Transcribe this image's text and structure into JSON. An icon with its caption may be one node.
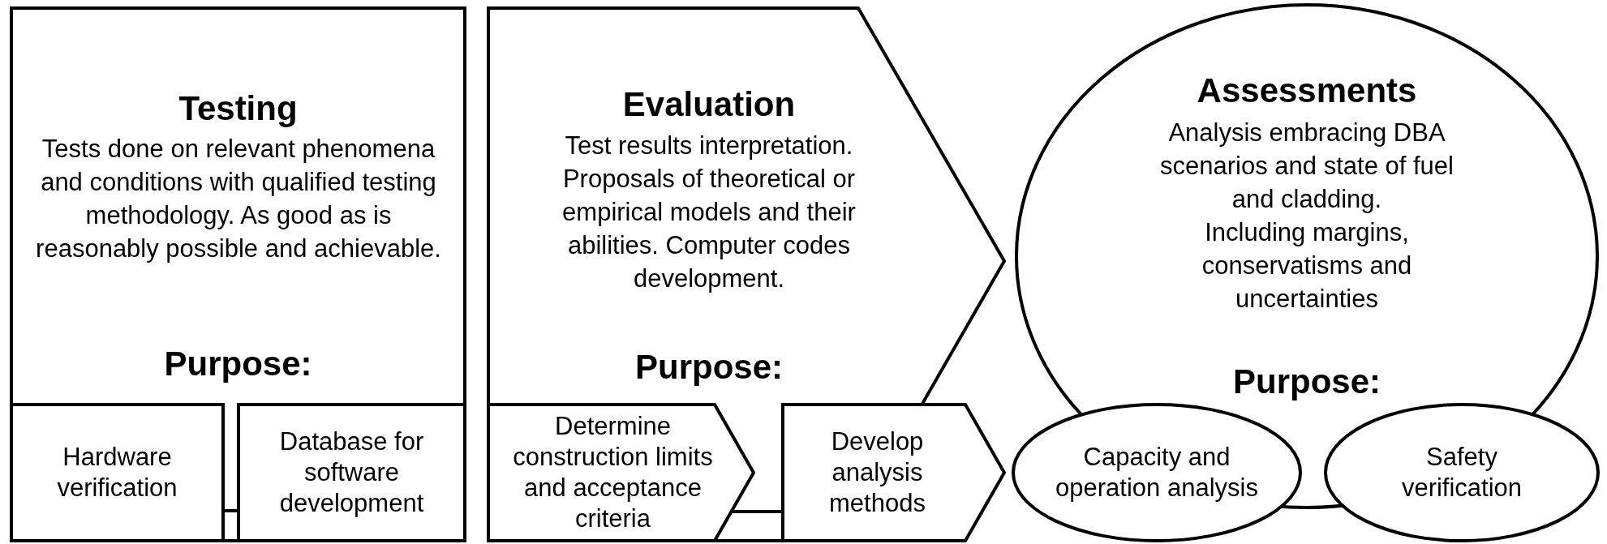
{
  "diagram": {
    "nodes": [
      {
        "text": [
          "Testing",
          "Tests done on relevant phenomena and conditions with qualified testing methodology. As good as is reasonably possible and achievable.",
          "Purpose:"
        ]
      },
      {
        "text": [
          "Hardware verification"
        ],
        "in": 0
      },
      {
        "text": [
          "Database for software development"
        ],
        "in": 0
      },
      {
        "text": [
          "Evaluation",
          "Test results interpretation. Proposals of theoretical or empirical models and their abilities. Computer codes development.",
          "Purpose:"
        ]
      },
      {
        "text": [
          "Determine construction limits and acceptance criteria"
        ],
        "in": 3
      },
      {
        "text": [
          "Develop analysis methods"
        ]
      },
      {
        "text": [
          "Assessments",
          "Analysis embracing DBA scenarios and state of fuel and cladding.",
          "Including margins, conservatisms and uncertainties",
          "Purpose:"
        ]
      },
      {
        "text": [
          "Capacity and operation analysis"
        ]
      },
      {
        "text": [
          "Safety verification"
        ]
      }
    ],
    "edges": [
      {
        "from": 1,
        "to": 2,
        "arrow": "none"
      },
      {
        "from": 4,
        "to": 5,
        "arrow": "none"
      }
    ]
  }
}
